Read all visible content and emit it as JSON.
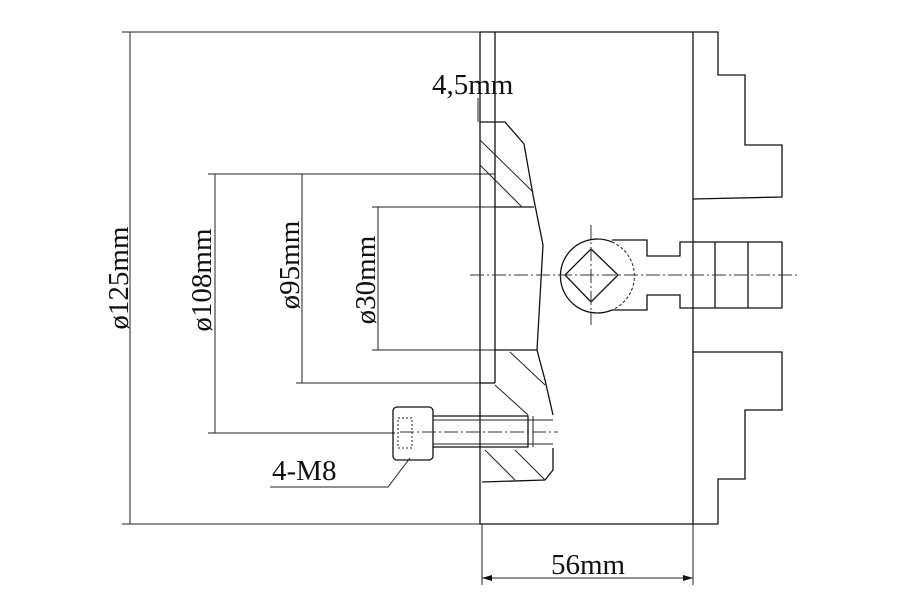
{
  "labels": {
    "d125": "ø125mm",
    "d108": "ø108mm",
    "d95": "ø95mm",
    "d30": "ø30mm",
    "thickness": "4,5mm",
    "bolts": "4-M8",
    "length": "56mm"
  }
}
